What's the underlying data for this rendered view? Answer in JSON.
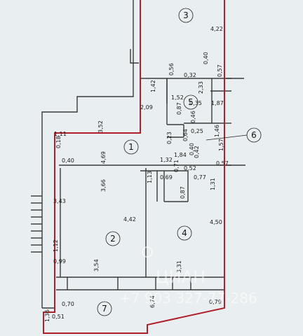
{
  "rooms": [
    "1",
    "2",
    "3",
    "4",
    "5",
    "6",
    "7"
  ],
  "dimensions": {
    "d_4_22": "4,22",
    "d_0_40_top": "0,40",
    "d_0_56": "0,56",
    "d_0_32": "0,32",
    "d_0_57_top": "0,57",
    "d_1_42": "1,42",
    "d_1_52": "1,52",
    "d_2_33": "2,33",
    "d_2_09": "2,09",
    "d_0_87_a": "0,87",
    "d_1_87": "1,87",
    "d_0_35": "0,35",
    "d_0_46": "0,46",
    "d_0_25": "0,25",
    "d_1_46": "1,46",
    "d_1_57": "1,57",
    "d_1_11": "1,11",
    "d_3_52": "3,52",
    "d_0_18": "0,18",
    "d_0_40_left": "0,40",
    "d_4_69": "4,69",
    "d_0_23": "0,23",
    "d_0_64": "0,64",
    "d_1_84": "1,84",
    "d_1_32": "1,32",
    "d_0_42": "0,42",
    "d_0_40_mid": "0,40",
    "d_0_52": "0,52",
    "d_0_71": "0,71",
    "d_0_57_mid": "0,57",
    "d_3_66": "3,66",
    "d_1_13": "1,13",
    "d_0_69": "0,69",
    "d_0_77": "0,77",
    "d_1_31": "1,31",
    "d_0_87_b": "0,87",
    "d_3_43": "3,43",
    "d_4_42": "4,42",
    "d_4_50": "4,50",
    "d_1_12": "1,12",
    "d_0_99": "0,99",
    "d_3_54": "3,54",
    "d_3_31": "3,31",
    "d_0_70": "0,70",
    "d_6_74": "6,74",
    "d_0_79": "0,79",
    "d_1_36": "1,36",
    "d_0_51": "0,51"
  },
  "watermark": {
    "brand": "ЦИАН",
    "phone": "+7 903 327-77-286"
  },
  "colors": {
    "background": "#e9eef0",
    "wall": "#3a3a3a",
    "outline": "#b01e2a"
  }
}
